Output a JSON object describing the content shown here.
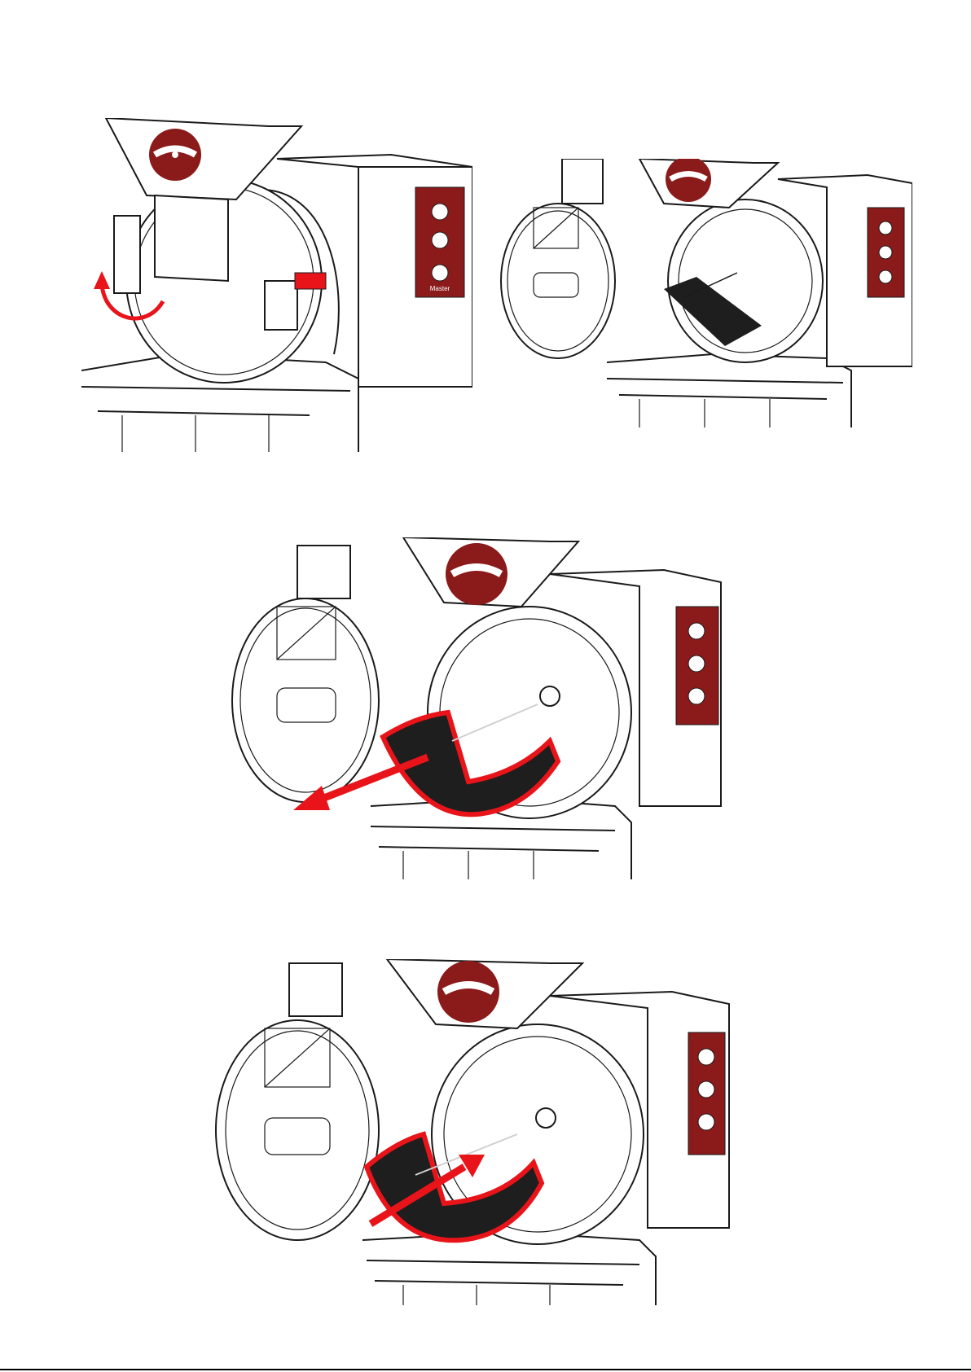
{
  "brand": {
    "logo_color": "#8b1a1a",
    "panel_label": "Master"
  },
  "colors": {
    "highlight": "#e8141a",
    "line": "#1a1a1a",
    "screen": "#1e1e1e"
  },
  "steps": [
    {
      "icon": "rotate-arrow-icon",
      "action": "rotate-clamp-open"
    },
    {
      "icon": "door-open-icon",
      "action": "door-open-drum-visible"
    },
    {
      "icon": "arrow-out-icon",
      "action": "remove-screen"
    },
    {
      "icon": "arrow-in-icon",
      "action": "insert-screen"
    }
  ]
}
